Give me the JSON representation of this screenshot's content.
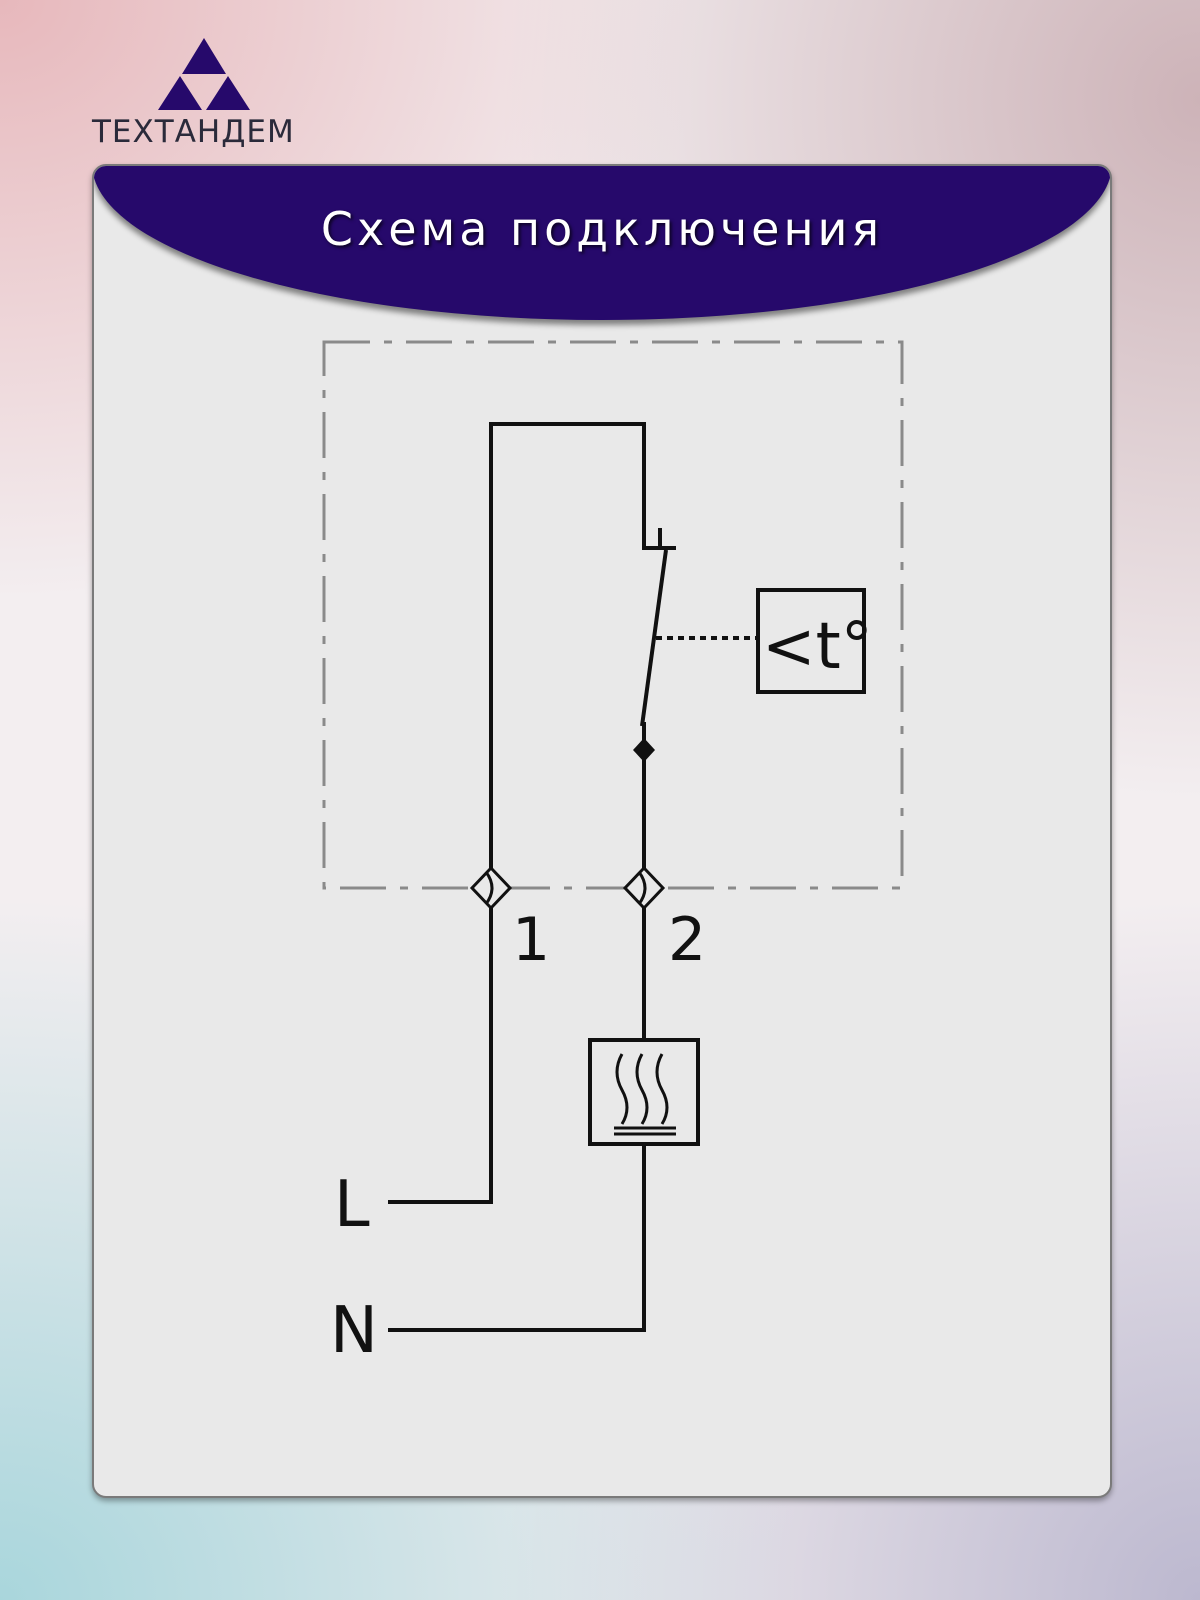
{
  "logo": {
    "text": "ТЕХТАНДЕМ",
    "color": "#26096b"
  },
  "title": "Схема подключения",
  "diagram": {
    "thermostat_label": "<t°",
    "terminal_1": "1",
    "terminal_2": "2",
    "line_label": "L",
    "neutral_label": "N"
  },
  "colors": {
    "banner": "#26096b",
    "panel": "#e9e9e9",
    "boundary": "#8a8a8a",
    "wire": "#111111"
  }
}
